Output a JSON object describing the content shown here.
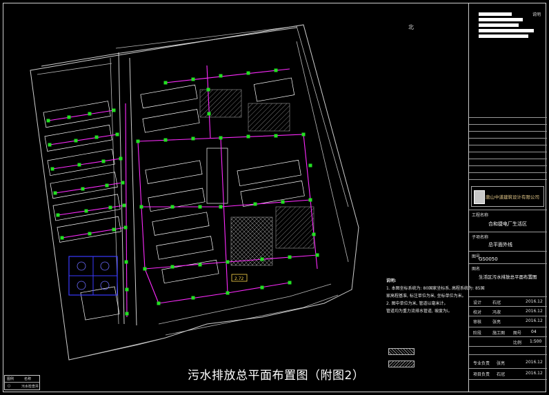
{
  "drawing": {
    "north_label": "北",
    "main_title": "污水排放总平面布置图（附图2）",
    "callout_label": "2.72",
    "notes": {
      "heading": "说明:",
      "lines": [
        "1. 本图坐标系统为: 80国家坐标系, 高程系统为: 85国",
        "   家高程基准, 标注单位为米, 坐标单位为米。",
        "2. 图中单位为米, 管道以毫米计。",
        "   管道均为重力流排水管道, 坡度为i。"
      ]
    }
  },
  "title_block": {
    "top_label": "说明",
    "company": "唐山中道建筑设计有限公司",
    "project_label": "工程名称",
    "project": "合和捷电厂生活区",
    "sub_label": "子项名称",
    "subproject": "总平面外线",
    "code_label": "图号",
    "code": "GS0050",
    "drawing_label": "图名",
    "drawing_name": "生活区污水排放总平面布置图",
    "rows": [
      {
        "label": "设计",
        "value": "石冠"
      },
      {
        "label": "校对",
        "value": "冯淑"
      },
      {
        "label": "审核",
        "value": "张亮"
      }
    ],
    "dates": [
      "2016.12",
      "2016.12",
      "2016.12"
    ],
    "stage_label": "阶段",
    "stage": "施工图",
    "sheet_label": "比例",
    "scale": "1:500",
    "sheet_no_label": "图号",
    "sheet_no": "04",
    "sign_rows": [
      {
        "label": "专业负责",
        "value": "张亮",
        "date": "2016.12"
      },
      {
        "label": "项目负责",
        "value": "石冠",
        "date": "2016.12"
      }
    ]
  },
  "legend": {
    "col1": "图例",
    "col2": "名称",
    "sym": "○",
    "name": "污水检查井"
  },
  "colors": {
    "background": "#000000",
    "sewer_line": "#ff2bff",
    "manhole": "#22e022",
    "building": "#ffffff",
    "highlight_block": "#3030ff",
    "text": "#ffffff"
  }
}
